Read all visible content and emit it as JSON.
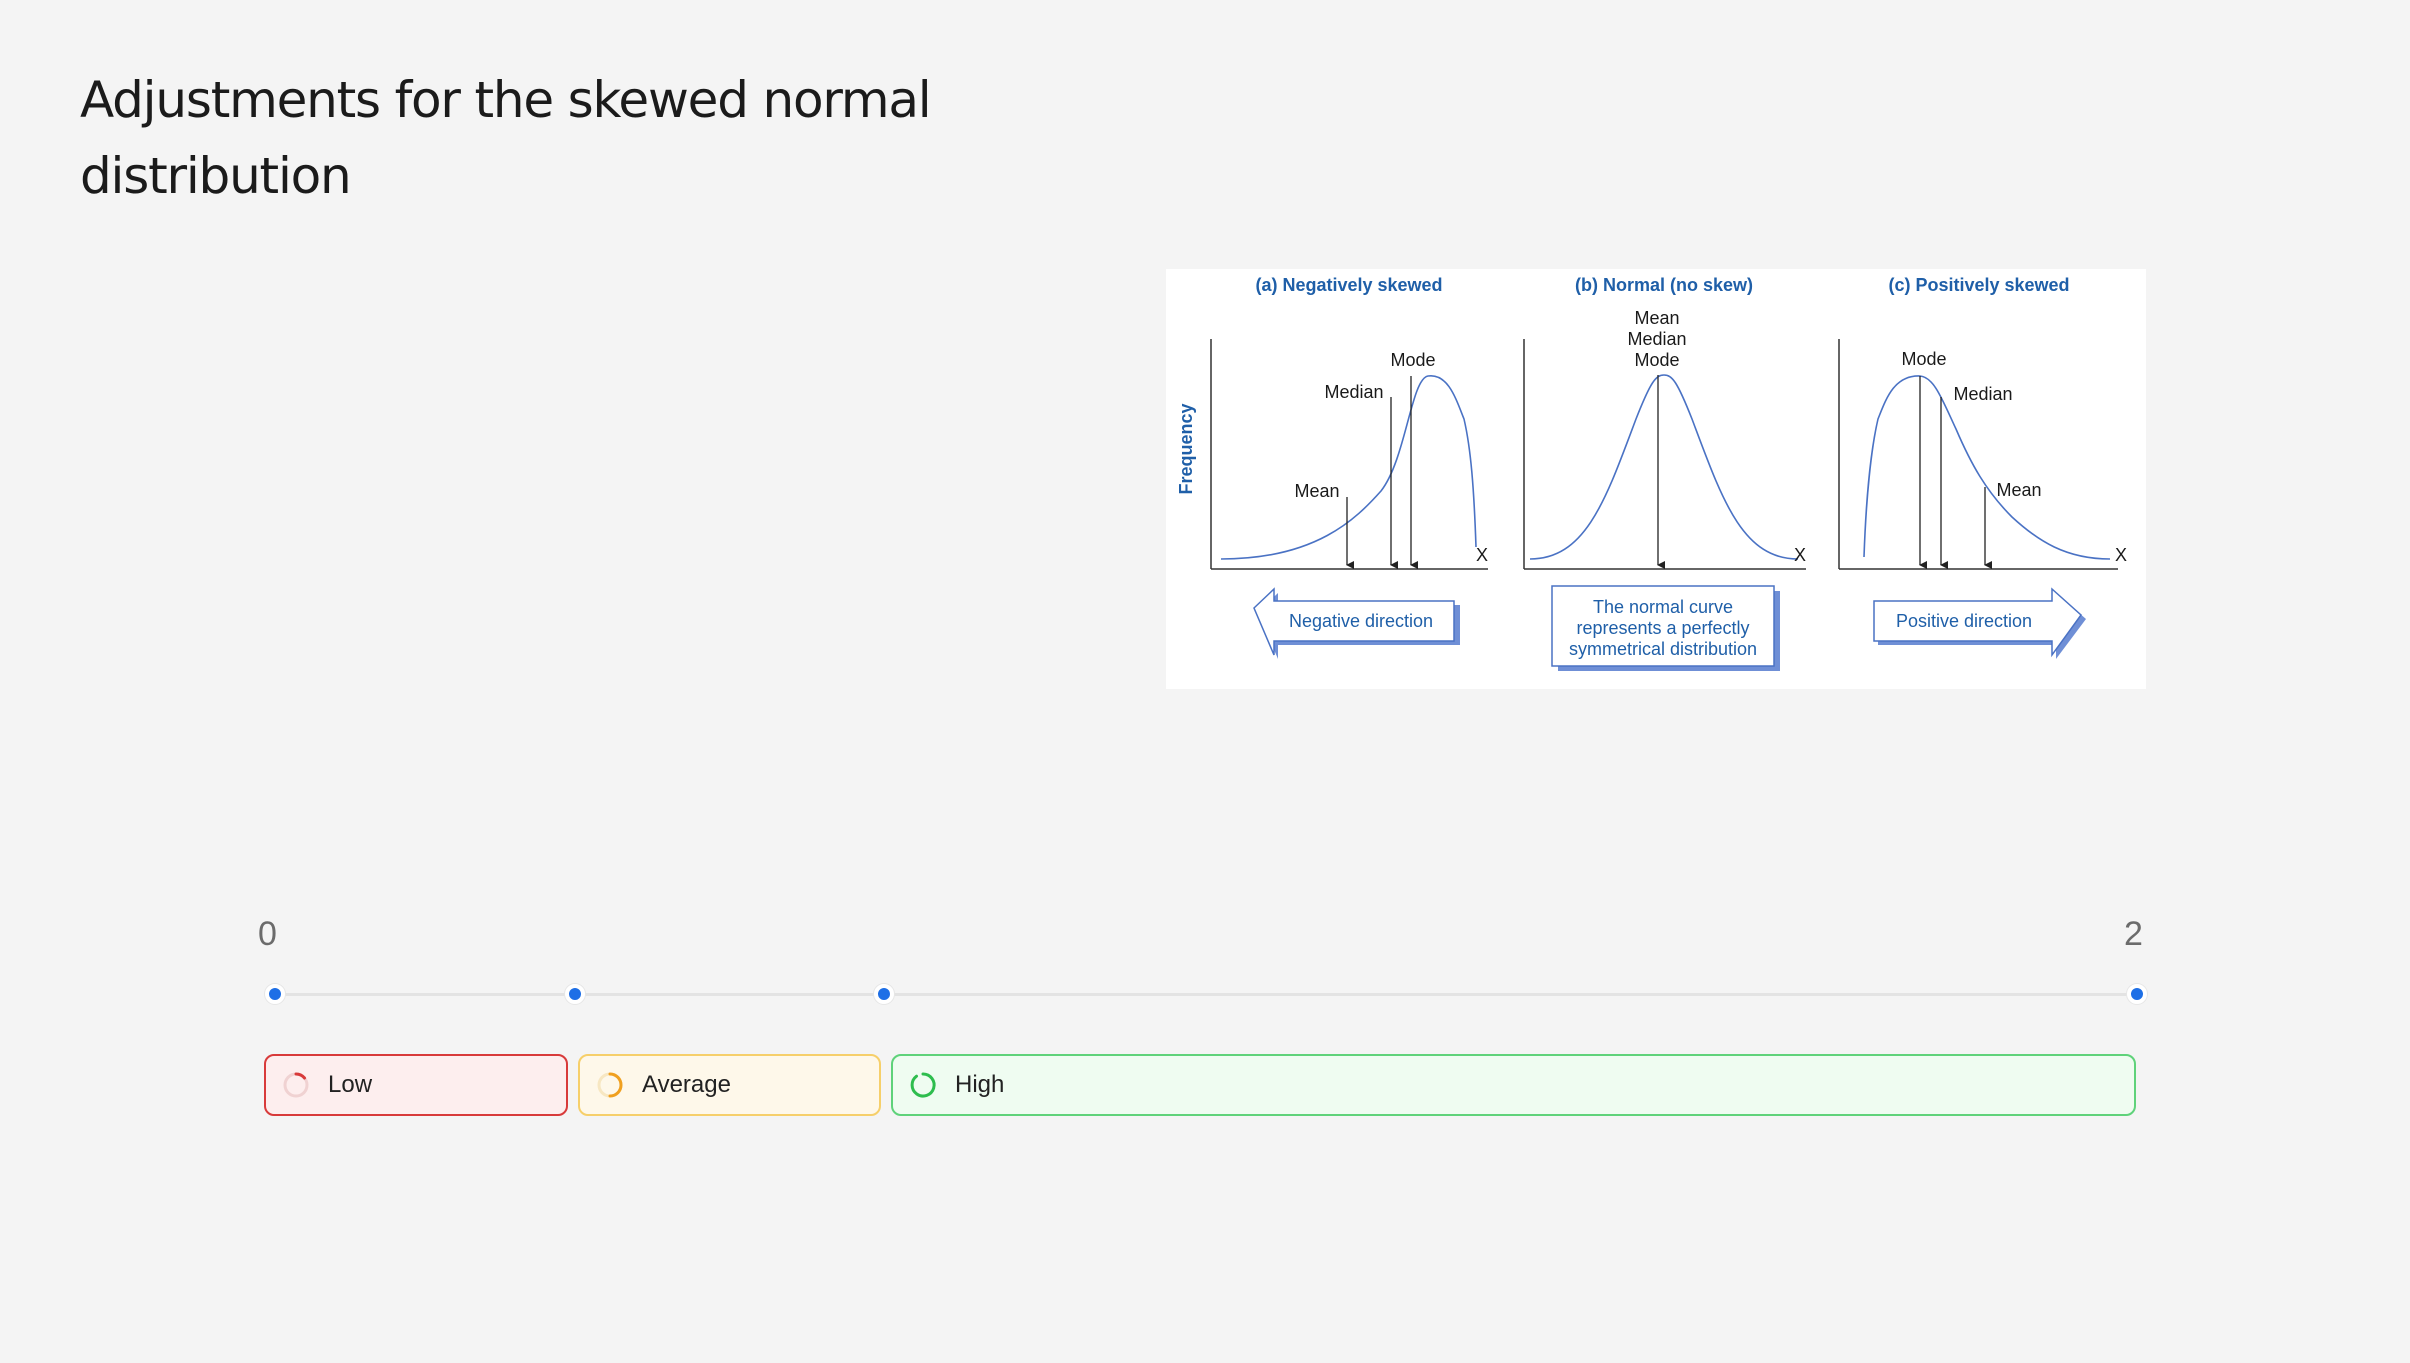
{
  "page": {
    "title": "Adjustments for the skewed normal distribution"
  },
  "figure": {
    "panels": [
      {
        "title": "(a) Negatively skewed",
        "labels": {
          "mode": "Mode",
          "median": "Median",
          "mean": "Mean",
          "x_axis": "X"
        },
        "callout": "Negative direction"
      },
      {
        "title": "(b) Normal (no skew)",
        "labels": {
          "mean": "Mean",
          "median": "Median",
          "mode": "Mode",
          "x_axis": "X"
        },
        "callout_lines": [
          "The normal curve",
          "represents a perfectly",
          "symmetrical distribution"
        ]
      },
      {
        "title": "(c) Positively skewed",
        "labels": {
          "mode": "Mode",
          "median": "Median",
          "mean": "Mean",
          "x_axis": "X"
        },
        "callout": "Positive direction"
      }
    ],
    "y_axis_label": "Frequency",
    "colors": {
      "curve": "#4a72c4",
      "title": "#1f5fa8",
      "arrow_fill": "#e8eefb",
      "arrow_shadow": "#6f8fd6"
    }
  },
  "scale": {
    "min_label": "0",
    "max_label": "2",
    "accent": "#1e6fe6",
    "bands": [
      {
        "label": "Low",
        "icon": "progress-ring-low-icon",
        "color": "#d83a3a"
      },
      {
        "label": "Average",
        "icon": "progress-ring-average-icon",
        "color": "#f0a020"
      },
      {
        "label": "High",
        "icon": "progress-ring-high-icon",
        "color": "#2ebd4e"
      }
    ]
  }
}
